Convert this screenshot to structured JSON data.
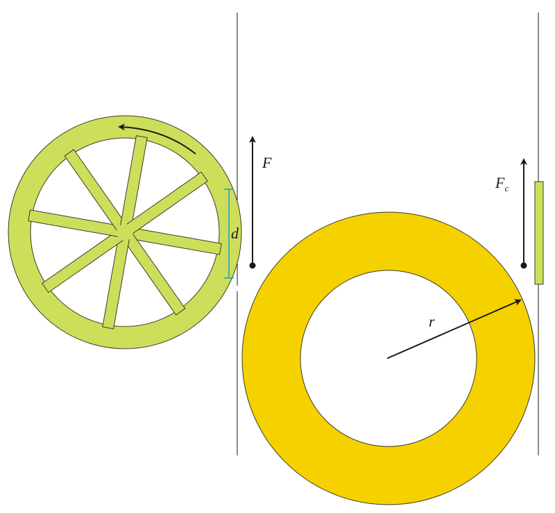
{
  "labels": {
    "force": "F",
    "diameter": "d",
    "radius": "r",
    "contact_force_main": "F",
    "contact_force_sub": "c"
  },
  "colors": {
    "wheel_green": "#cddf5a",
    "ring_yellow": "#f5d100",
    "outline": "#3a3a2a",
    "line": "#1a1a1a",
    "dimension_cyan": "#1aa0b8"
  },
  "icons": {
    "wheel": "spoked-wheel",
    "ring": "annulus",
    "force_arrow": "up-arrow",
    "rotation_arrow": "curved-arrow"
  }
}
